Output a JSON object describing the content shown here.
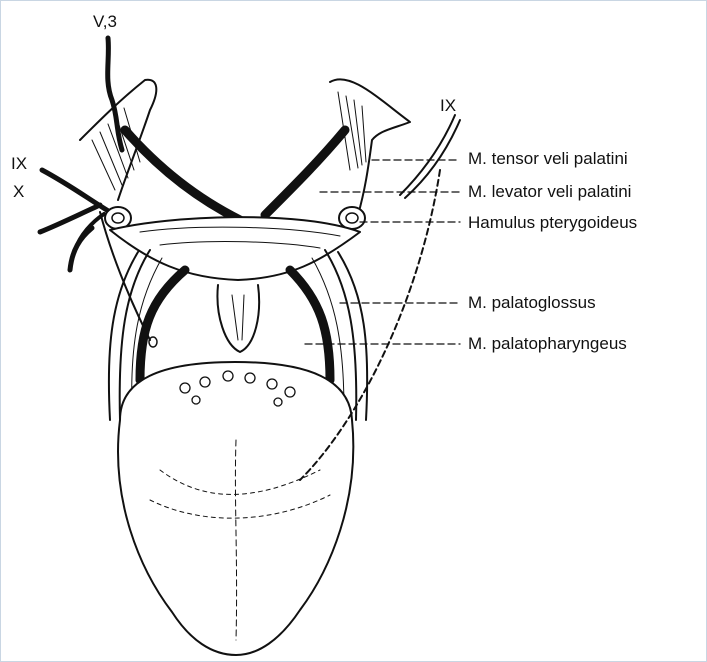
{
  "labels": {
    "nerve_v3": "V,3",
    "nerve_ix_left": "IX",
    "nerve_x_left": "X",
    "nerve_ix_right": "IX",
    "tensor": "M. tensor veli palatini",
    "levator": "M. levator veli palatini",
    "hamulus": "Hamulus pterygoideus",
    "palatoglossus": "M. palatoglossus",
    "palatopharyngeus": "M. palatopharyngeus"
  }
}
